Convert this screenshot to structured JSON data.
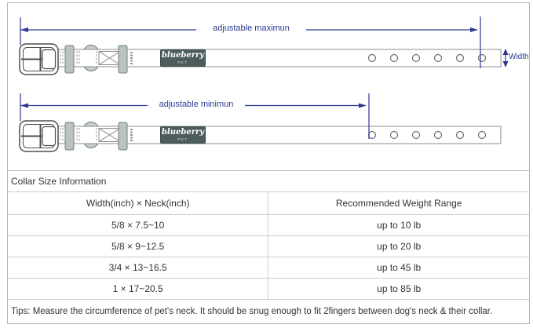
{
  "colors": {
    "dimension_blue": "#2b3990",
    "frame_border": "#b5b5b5",
    "table_border": "#cccccc",
    "text": "#333333",
    "badge_background": "#4d5c5d",
    "keeper_fill": "#b9c3c2"
  },
  "diagram": {
    "adjustable_max_label": "adjustable maximun",
    "adjustable_min_label": "adjustable minimun",
    "width_label": "Width",
    "brand_badge": {
      "name": "blueberry",
      "sub": "PET"
    },
    "holes_per_collar": 6,
    "collar_count": 2
  },
  "table": {
    "title": "Collar Size Information",
    "headers": [
      "Width(inch)  ×  Neck(inch)",
      "Recommended Weight Range"
    ],
    "rows": [
      [
        "5/8 × 7.5~10",
        "up to 10 lb"
      ],
      [
        "5/8 × 9~12.5",
        "up to 20 lb"
      ],
      [
        "3/4 × 13~16.5",
        "up to 45 lb"
      ],
      [
        "1 × 17~20.5",
        "up to 85 lb"
      ]
    ],
    "tips": "Tips: Measure the circumference of pet's neck. It should be snug enough to fit 2fingers between dog's neck & their collar."
  }
}
